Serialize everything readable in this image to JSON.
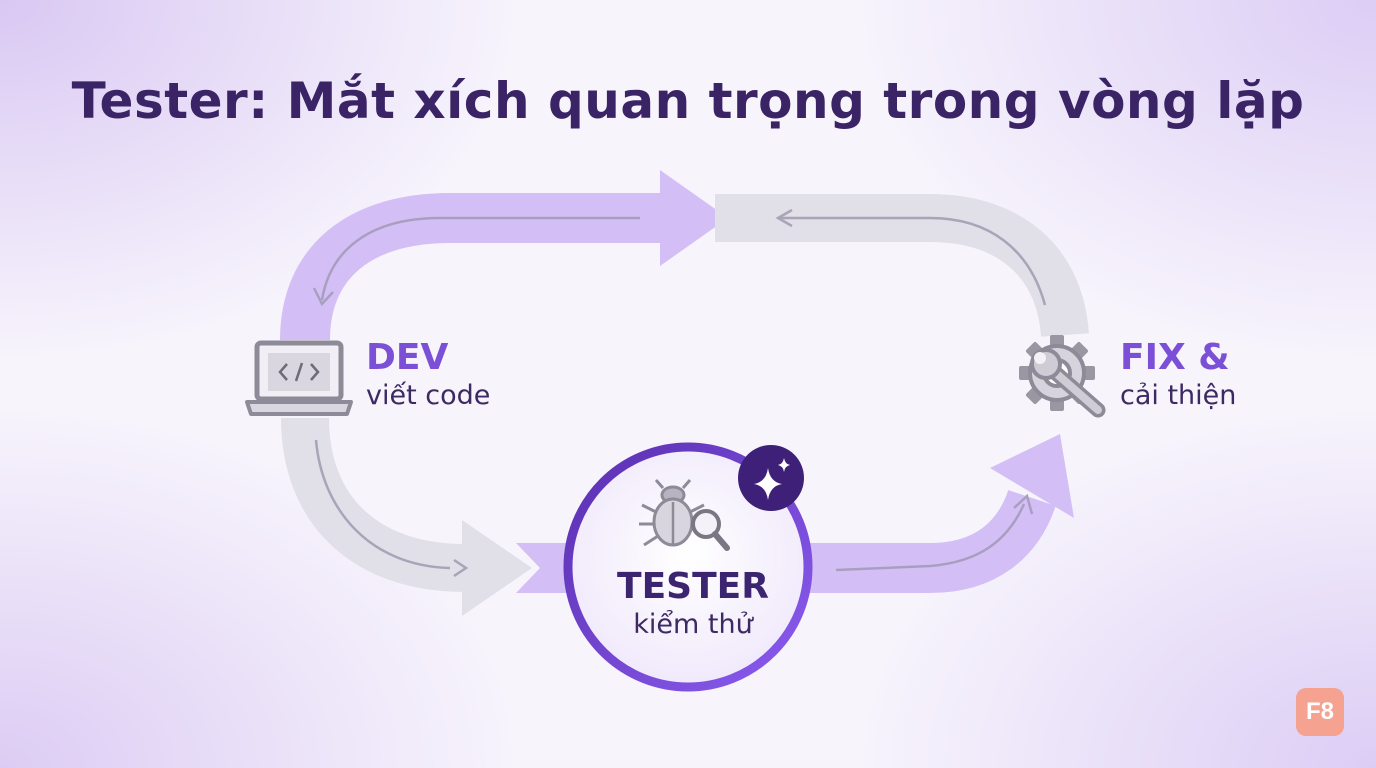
{
  "title": "Tester: Mắt xích quan trọng trong vòng lặp",
  "nodes": {
    "dev": {
      "title": "DEV",
      "subtitle": "viết code",
      "icon": "laptop-code-icon"
    },
    "tester": {
      "title": "TESTER",
      "subtitle": "kiểm thử",
      "icon": "bug-magnifier-icon",
      "badge_icon": "sparkle-icon"
    },
    "fix": {
      "title": "FIX &",
      "subtitle": "cải thiện",
      "icon": "gear-wrench-icon"
    }
  },
  "logo": {
    "text": "F8"
  },
  "colors": {
    "title": "#3a2466",
    "accent": "#7b4fd6",
    "arrow_purple": "#d5c2f6",
    "arrow_gray": "#e2e0e8",
    "logo_bg": "#f6a290"
  }
}
